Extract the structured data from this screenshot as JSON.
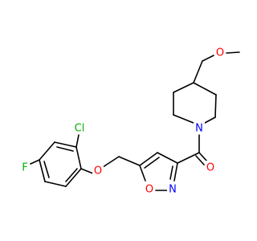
{
  "molecule": {
    "atom_labels": {
      "O_methoxy": "O",
      "N_piperidine": "N",
      "O_carbonyl": "O",
      "N_isoxazole": "N",
      "O_isoxazole": "O",
      "O_ether": "O",
      "Cl": "Cl",
      "F": "F"
    },
    "colors": {
      "bond": "#000000",
      "O": "#ff0000",
      "N": "#0000ff",
      "Cl": "#00b000",
      "F": "#00b000"
    }
  }
}
